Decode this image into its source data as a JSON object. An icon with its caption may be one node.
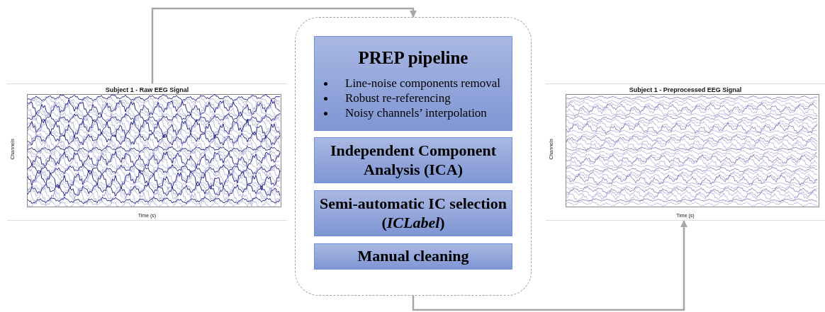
{
  "diagram": {
    "nodes": [
      {
        "text": [
          "Subject 1 - Raw EEG Signal",
          "Channels",
          "Time (s)"
        ]
      },
      {
        "text": [],
        "shape": "box"
      },
      {
        "text": [
          "PREP pipeline",
          "Line-noise components removal",
          "Robust re-referencing",
          "Noisy channels’ interpolation"
        ],
        "in": 1
      },
      {
        "text": [
          "Independent Component Analysis (ICA)"
        ],
        "in": 1
      },
      {
        "text": [
          "Semi-automatic IC selection (*ICLabel*)"
        ],
        "in": 1
      },
      {
        "text": [
          "Manual cleaning"
        ],
        "in": 1
      },
      {
        "text": [
          "Subject 1 - Preprocessed EEG Signal",
          "Channels",
          "Time (s)"
        ]
      }
    ],
    "edges": [
      {
        "from": 0,
        "to": 1,
        "arrow": "to",
        "color": "#a6a6a6"
      },
      {
        "from": 1,
        "to": 6,
        "arrow": "to",
        "color": "#a6a6a6"
      }
    ]
  }
}
